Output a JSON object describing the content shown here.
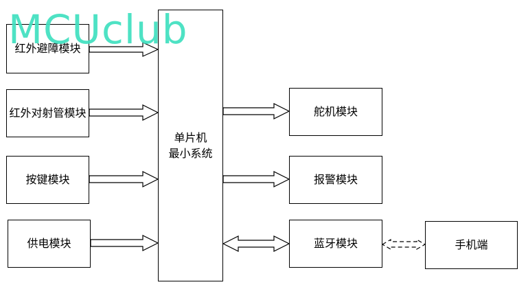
{
  "watermark": "MCUclub",
  "left_modules": [
    "红外避障模块",
    "红外对射管模块",
    "按键模块",
    "供电模块"
  ],
  "center": {
    "line1": "单片机",
    "line2": "最小系统"
  },
  "right_modules": [
    "舵机模块",
    "报警模块",
    "蓝牙模块"
  ],
  "phone": "手机端"
}
